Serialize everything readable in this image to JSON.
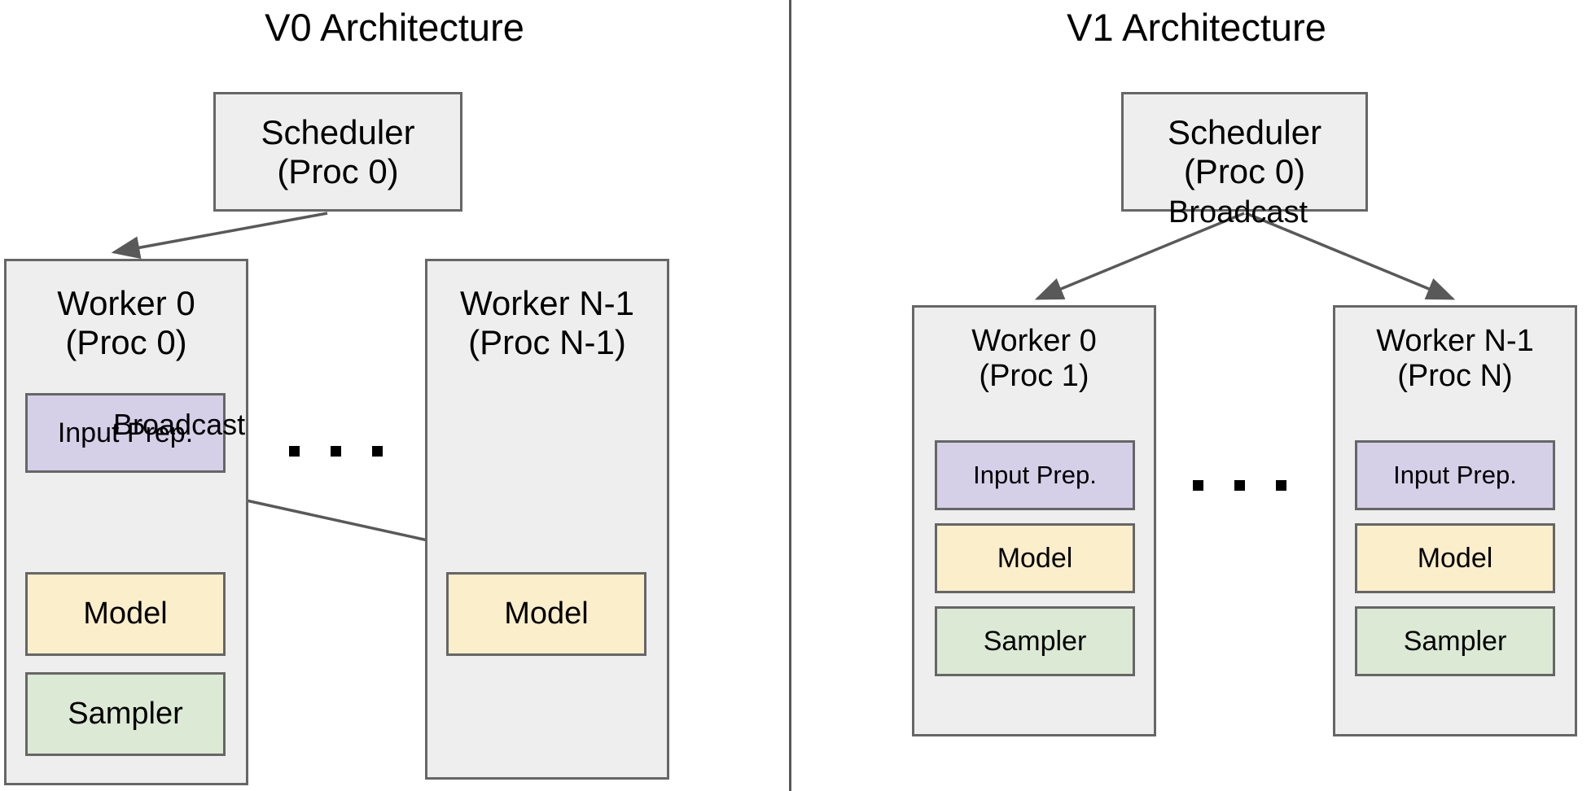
{
  "panels": [
    {
      "id": "v0",
      "title": "V0 Architecture",
      "scheduler": {
        "line1": "Scheduler",
        "line2": "(Proc 0)"
      },
      "workers": [
        {
          "line1": "Worker 0",
          "line2": "(Proc 0)",
          "components": [
            {
              "label": "Input Prep.",
              "color": "#d5cfe8"
            },
            {
              "label": "Model",
              "color": "#fbeecb"
            },
            {
              "label": "Sampler",
              "color": "#dce9d5"
            }
          ]
        },
        {
          "line1": "Worker N-1",
          "line2": "(Proc N-1)",
          "components": [
            {
              "label": "Model",
              "color": "#fbeecb"
            }
          ]
        }
      ],
      "broadcast_label": "Broadcast",
      "ellipsis": "..."
    },
    {
      "id": "v1",
      "title": "V1 Architecture",
      "scheduler": {
        "line1": "Scheduler",
        "line2": "(Proc 0)"
      },
      "workers": [
        {
          "line1": "Worker 0",
          "line2": "(Proc 1)",
          "components": [
            {
              "label": "Input Prep.",
              "color": "#d5cfe8"
            },
            {
              "label": "Model",
              "color": "#fbeecb"
            },
            {
              "label": "Sampler",
              "color": "#dce9d5"
            }
          ]
        },
        {
          "line1": "Worker N-1",
          "line2": "(Proc N)",
          "components": [
            {
              "label": "Input Prep.",
              "color": "#d5cfe8"
            },
            {
              "label": "Model",
              "color": "#fbeecb"
            },
            {
              "label": "Sampler",
              "color": "#dce9d5"
            }
          ]
        }
      ],
      "broadcast_label": "Broadcast",
      "ellipsis": "..."
    }
  ],
  "colors": {
    "box_fill_grey": "#eeeeee",
    "box_fill_purple": "#d5cfe8",
    "box_fill_yellow": "#fbeecb",
    "box_fill_green": "#dce9d5",
    "box_stroke": "#666666",
    "arrow_stroke": "#595959",
    "divider": "#595959",
    "text": "#000000",
    "background": "#ffffff"
  }
}
